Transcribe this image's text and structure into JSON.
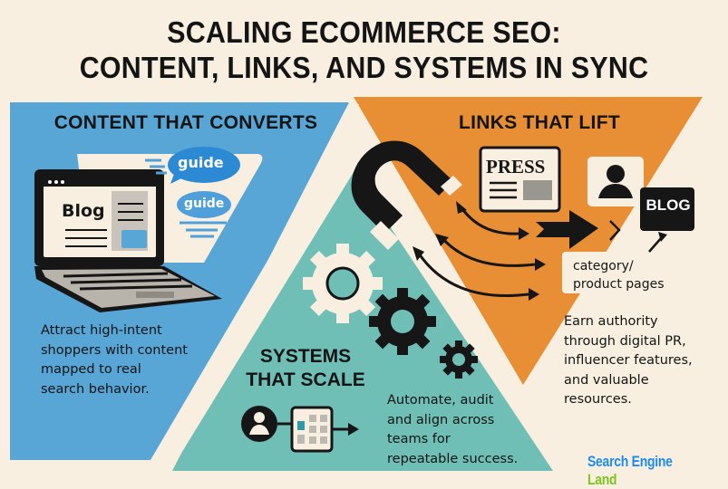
{
  "title": {
    "line1": "SCALING ECOMMERCE SEO:",
    "line2": "CONTENT, LINKS, AND SYSTEMS IN SYNC"
  },
  "colors": {
    "background": "#f8efe1",
    "content_panel": "#58a6d6",
    "links_panel": "#e88f35",
    "systems_panel": "#6fbfb6",
    "ink": "#141414",
    "brand_blue": "#1a8cf0",
    "brand_green": "#7dc522"
  },
  "sections": {
    "content": {
      "heading": "CONTENT THAT CONVERTS",
      "description": "Attract high-intent shoppers with content mapped to real search behavior.",
      "desc_lines": [
        "Attract high-intent",
        "shoppers with content",
        "mapped to real",
        "search behavior."
      ],
      "illustration": {
        "laptop_screen_title": "Blog",
        "bubbles": [
          "guide",
          "guide"
        ],
        "icons": [
          "laptop-icon",
          "speech-bubble-icon",
          "funnel-icon"
        ]
      }
    },
    "links": {
      "heading": "LINKS THAT LIFT",
      "description": "Earn authority through digital PR, influencer features, and valuable resources.",
      "desc_lines": [
        "Earn authority",
        "through digital PR,",
        "influencer features,",
        "and valuable",
        "resources."
      ],
      "illustration": {
        "press_card_label": "PRESS",
        "blog_badge_label": "BLOG",
        "target_label_lines": [
          "category/",
          "product pages"
        ],
        "icons": [
          "magnet-icon",
          "newspaper-icon",
          "person-icon",
          "arrow-icon",
          "blog-badge-icon"
        ]
      }
    },
    "systems": {
      "heading_lines": [
        "SYSTEMS",
        "THAT SCALE"
      ],
      "description": "Automate, audit and align across teams for repeatable success.",
      "desc_lines": [
        "Automate, audit",
        "and align across",
        "teams for",
        "repeatable success."
      ],
      "illustration": {
        "icons": [
          "gear-icon",
          "gear-icon",
          "gear-icon",
          "person-icon",
          "grid-dashboard-icon",
          "arrow-right-icon"
        ]
      }
    }
  },
  "brand": {
    "part1": "Search Engine",
    "part2": "Land"
  }
}
